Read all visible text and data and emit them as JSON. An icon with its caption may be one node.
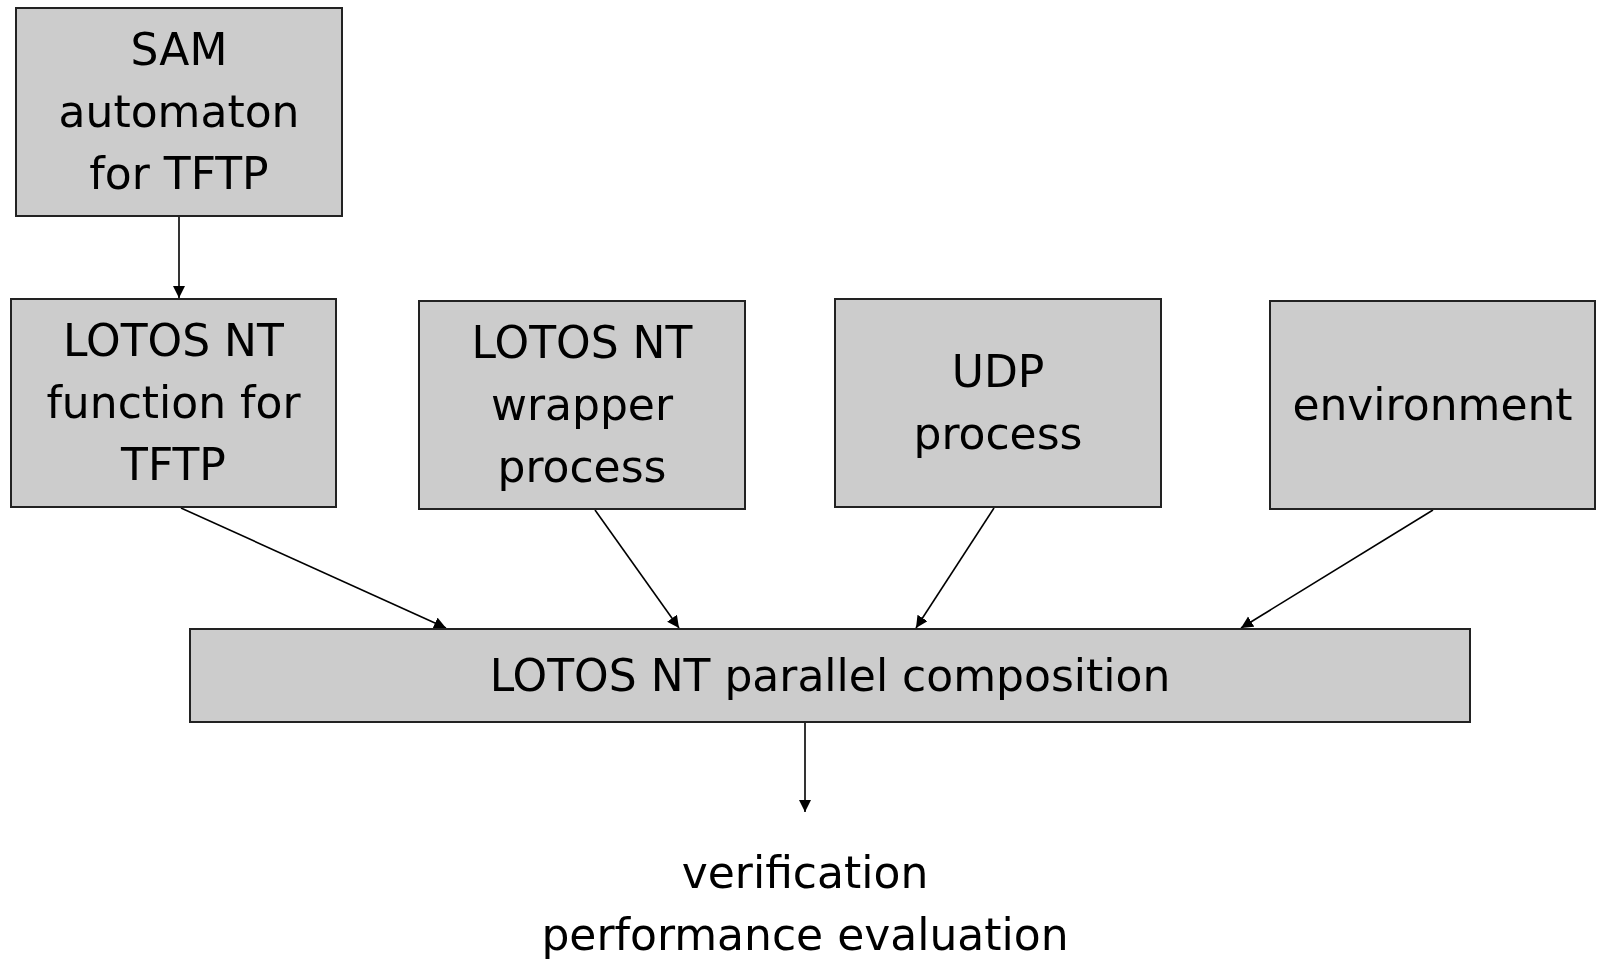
{
  "diagram": {
    "nodes": [
      {
        "text": [
          "SAM automaton for TFTP"
        ]
      },
      {
        "text": [
          "LOTOS NT function for TFTP"
        ]
      },
      {
        "text": [
          "LOTOS NT wrapper process"
        ]
      },
      {
        "text": [
          "UDP process"
        ]
      },
      {
        "text": [
          "environment"
        ]
      },
      {
        "text": [
          "LOTOS NT parallel composition"
        ]
      },
      {
        "text": [
          "verification performance evaluation"
        ]
      }
    ],
    "edges": [
      {
        "from": 0,
        "to": 1,
        "arrow": "to"
      },
      {
        "from": 1,
        "to": 5,
        "arrow": "to"
      },
      {
        "from": 2,
        "to": 5,
        "arrow": "to"
      },
      {
        "from": 3,
        "to": 5,
        "arrow": "to"
      },
      {
        "from": 4,
        "to": 5,
        "arrow": "to"
      },
      {
        "from": 5,
        "to": 6,
        "arrow": "to"
      }
    ]
  }
}
